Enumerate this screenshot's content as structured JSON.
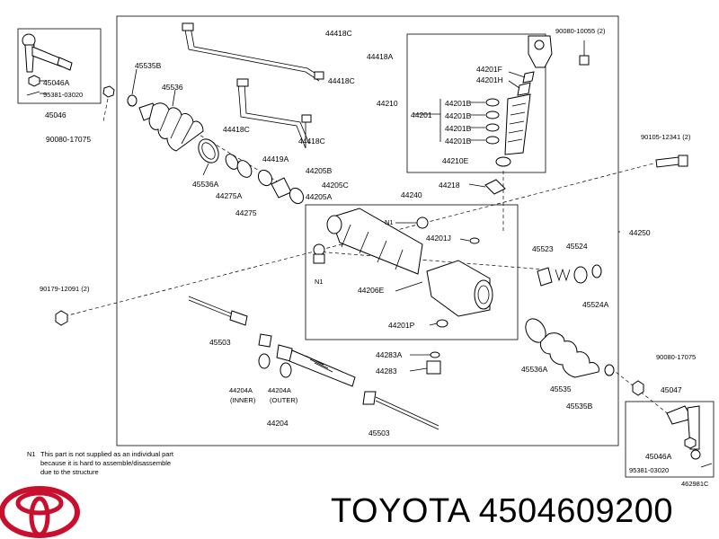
{
  "labels": {
    "p45046_top": "45046",
    "p45046a_top": "45046A",
    "p95381_top": "95381-03020",
    "p90080_left": "90080-17075",
    "p45535b_top": "45535B",
    "p45536": "45536",
    "p44418c_1": "44418C",
    "p44418a": "44418A",
    "p44418c_2": "44418C",
    "p44418c_3": "44418C",
    "p44418c_4": "44418C",
    "p44419a": "44419A",
    "p45536a_top": "45536A",
    "p44275a": "44275A",
    "p44275": "44275",
    "p44205b": "44205B",
    "p44205c": "44205C",
    "p44205a": "44205A",
    "p90080_10055": "90080-10055 (2)",
    "p44201f": "44201F",
    "p44201h": "44201H",
    "p44210": "44210",
    "p44201": "44201",
    "p44201b_1": "44201B",
    "p44201b_2": "44201B",
    "p44201b_3": "44201B",
    "p44201b_4": "44201B",
    "p44210e": "44210E",
    "p90105": "90105-12341 (2)",
    "p44218": "44218",
    "p44240": "44240",
    "p44250": "44250",
    "n1_a": "N1",
    "n1_b": "N1",
    "p44201j": "44201J",
    "p45523": "45523",
    "p45524": "45524",
    "p45524a": "45524A",
    "p90179": "90179-12091 (2)",
    "p44206e": "44206E",
    "p44201p": "44201P",
    "p45503_a": "45503",
    "p44283a": "44283A",
    "p44283": "44283",
    "p45536a_bottom": "45536A",
    "p45535": "45535",
    "p45535b_bottom": "45535B",
    "p90080_right": "90080-17075",
    "p45047": "45047",
    "p44204a_inner": "44204A",
    "inner": "(INNER)",
    "p44204a_outer": "44204A",
    "outer": "(OUTER)",
    "p44204": "44204",
    "p45503_b": "45503",
    "p45046a_bottom": "45046A",
    "p95381_bottom": "95381-03020",
    "fig_code": "462981C"
  },
  "note": {
    "marker": "N1",
    "line1": "This part is not supplied as an individual part",
    "line2": "because it is hard to assemble/disassemble",
    "line3": "due to the structure"
  },
  "brand": {
    "name": "TOYOTA",
    "part_number": "4504609200",
    "logo": "toyota-logo"
  }
}
